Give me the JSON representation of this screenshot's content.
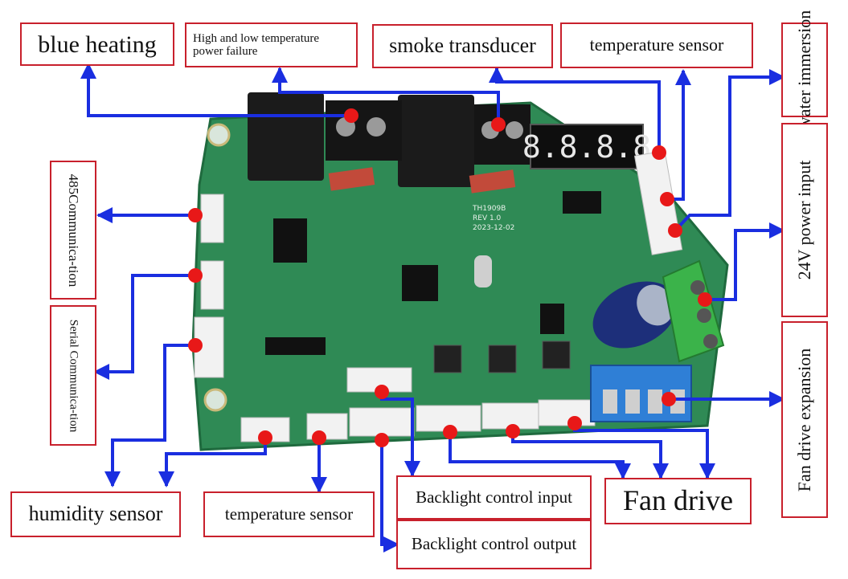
{
  "labels": {
    "blue_heating": "blue heating",
    "high_low_temp": "High and low temperature power failure",
    "smoke_transducer": "smoke transducer",
    "temperature_sensor_top": "temperature sensor",
    "water_immersion": "water immersion",
    "power_input": "24V power input",
    "fan_drive_expansion": "Fan drive expansion",
    "comm_485": "485Communica-tion",
    "serial_comm": "Serial Communica-tion",
    "humidity_sensor": "humidity sensor",
    "temperature_sensor_bottom": "temperature sensor",
    "backlight_input": "Backlight control input",
    "backlight_output": "Backlight control output",
    "fan_drive": "Fan drive"
  },
  "board": {
    "display_digits": "8.8.8.8",
    "silk_model": "TH1909B",
    "silk_rev": "REV 1.0",
    "silk_date": "2023-12-02"
  },
  "colors": {
    "label_border": "#c8202c",
    "arrow": "#1a2ee0",
    "point": "#e81818",
    "pcb": "#2f8a55",
    "terminal_green": "#3bb34a",
    "terminal_blue": "#2f7fd6"
  }
}
